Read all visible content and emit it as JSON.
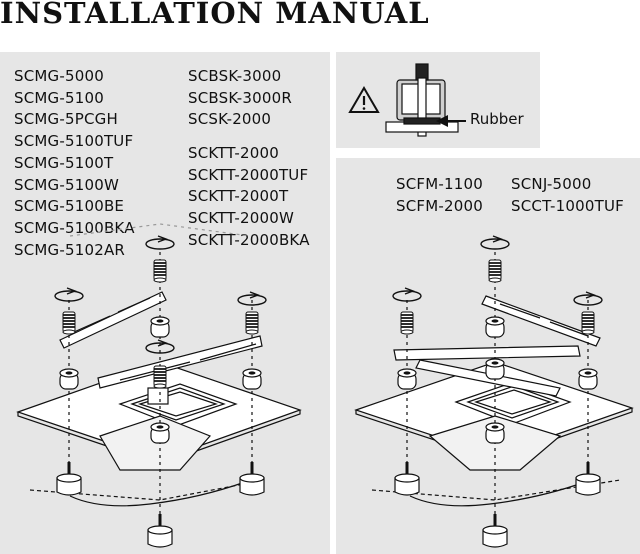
{
  "title": "INSTALLATION MANUAL",
  "left_panel": {
    "models_col1": [
      "SCMG-5000",
      "SCMG-5100",
      "SCMG-5PCGH",
      "SCMG-5100TUF",
      "SCMG-5100T",
      "SCMG-5100W",
      "SCMG-5100BE",
      "SCMG-5100BKA",
      "SCMG-5102AR"
    ],
    "models_col2a": [
      "SCBSK-3000",
      "SCBSK-3000R",
      "SCSK-2000"
    ],
    "models_col2b": [
      "SCKTT-2000",
      "SCKTT-2000TUF",
      "SCKTT-2000T",
      "SCKTT-2000W",
      "SCKTT-2000BKA"
    ]
  },
  "warning_panel": {
    "label": "Rubber",
    "icon": "warning-triangle-icon"
  },
  "right_panel": {
    "models_col1": [
      "SCFM-1100",
      "SCFM-2000"
    ],
    "models_col2": [
      "SCNJ-5000",
      "SCCT-1000TUF"
    ]
  },
  "colors": {
    "panel": "#e6e6e6",
    "ink": "#111111"
  }
}
